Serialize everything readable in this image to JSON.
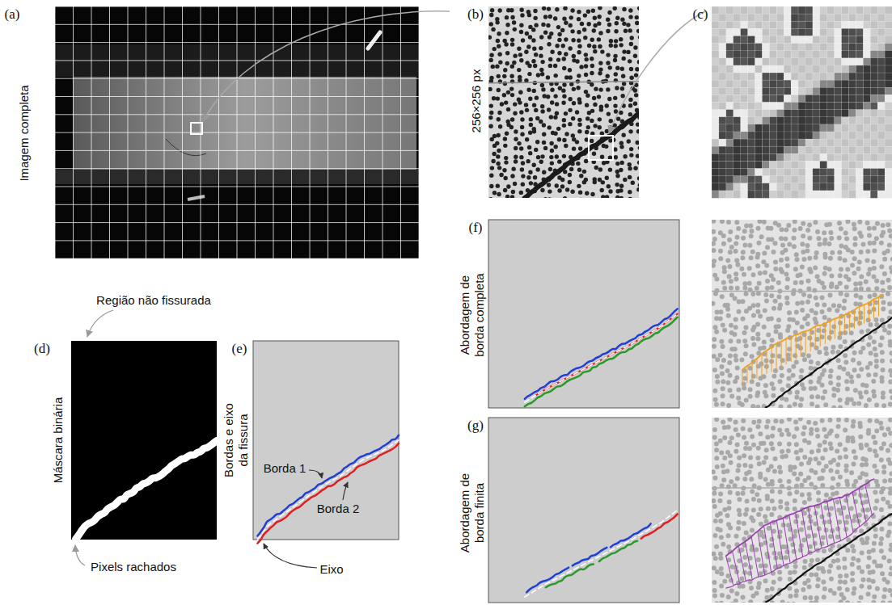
{
  "diagram": {
    "labels": [
      "(a)",
      "Imagem completa",
      "(b)",
      "256×256 px",
      "(c)",
      "(f)",
      "Abordagem de borda completa",
      "Região não fissurada",
      "(d)",
      "Máscara binária",
      "Pixels rachados",
      "(e)",
      "Bordas e eixo da fissura",
      "Borda 1",
      "Borda 2",
      "Eixo",
      "(g)",
      "Abordagem de borda finita"
    ]
  }
}
